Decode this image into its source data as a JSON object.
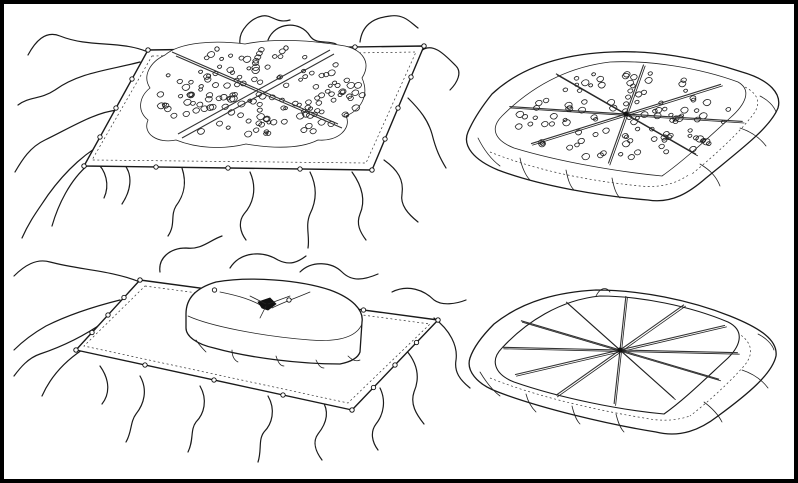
{
  "figure": {
    "panels": [
      {
        "name": "panel-top-left",
        "stage": "poles-crossed-over-brush",
        "poles": 2
      },
      {
        "name": "panel-top-right",
        "stage": "brush-frame-with-radial-poles",
        "poles": 8
      },
      {
        "name": "panel-bottom-left",
        "stage": "bundle-tied-in-canvas",
        "poles": 0
      },
      {
        "name": "panel-bottom-right",
        "stage": "finished-float-radial-frame",
        "poles": 12
      }
    ],
    "colors": {
      "line": "#1a1a1a",
      "background": "#ffffff",
      "border": "#000000"
    }
  }
}
